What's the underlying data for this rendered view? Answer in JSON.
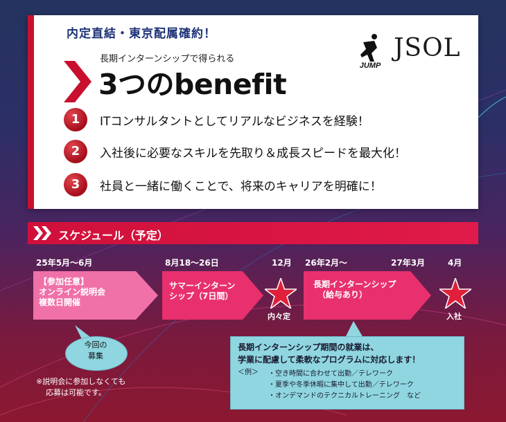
{
  "header": {
    "headline": "内定直結・東京配属確約！",
    "subtitle": "長期インターンシップで得られる",
    "title": "3つのbenefit",
    "logo_jump": "JUMP",
    "logo_jsol": "JSOL"
  },
  "benefits": [
    {
      "num": "1",
      "text": "ITコンサルタントとしてリアルなビジネスを経験！"
    },
    {
      "num": "2",
      "text": "入社後に必要なスキルを先取り＆成長スピードを最大化！"
    },
    {
      "num": "3",
      "text": "社員と一緒に働くことで、将来のキャリアを明確に！"
    }
  ],
  "schedule": {
    "label": "スケジュール（予定）",
    "dates": [
      "25年5月～6月",
      "8月18～26日",
      "12月",
      "26年2月～",
      "27年3月",
      "4月"
    ],
    "steps": [
      {
        "line1": "【参加任意】",
        "line2": "オンライン説明会",
        "line3": "複数日開催"
      },
      {
        "line1": "サマーインターン",
        "line2": "シップ（7日間）"
      },
      {
        "line1": "長期インターンシップ",
        "line2": "（給与あり）"
      }
    ],
    "milestones": [
      "内々定",
      "入社"
    ],
    "bubble_line1": "今回の",
    "bubble_line2": "募集",
    "note_line1": "※説明会に参加しなくても",
    "note_line2": "応募は可能です。",
    "callout": {
      "line1": "長期インターンシップ期間の就業は、",
      "line2": "学業に配慮して柔軟なプログラムに対応します！",
      "example_label": "＜例＞",
      "items": [
        "・空き時間に合わせて出勤／テレワーク",
        "・夏季や冬季休暇に集中して出勤／テレワーク",
        "・オンデマンドのテクニカルトレーニング　など"
      ]
    }
  },
  "colors": {
    "accent": "#c8102e",
    "navy": "#1d3277",
    "callout": "#8fd6e1"
  }
}
